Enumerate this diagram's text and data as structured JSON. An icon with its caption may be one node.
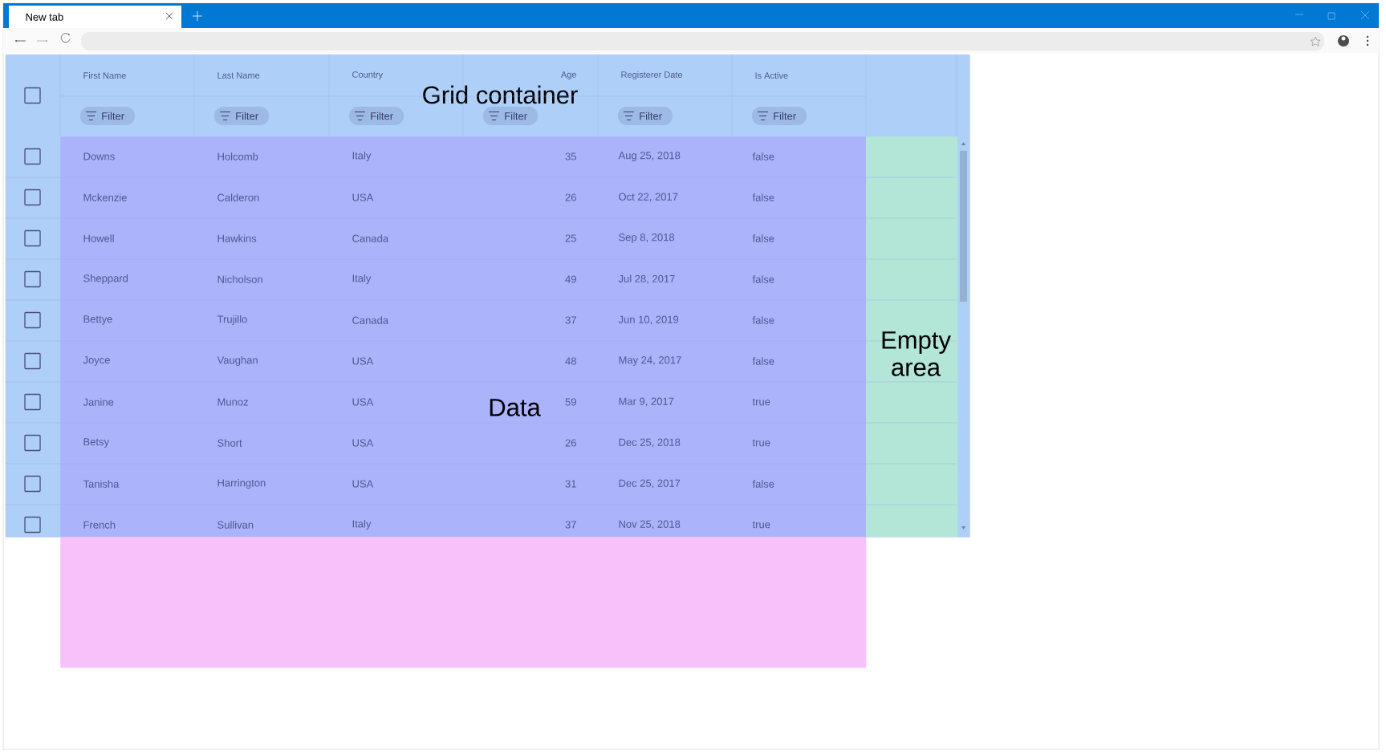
{
  "diagram": {
    "nodes": [
      {
        "text": [
          "Grid container"
        ]
      },
      {
        "text": [
          "Data"
        ],
        "in": 0
      },
      {
        "text": [
          "Empty area"
        ],
        "in": 0
      },
      {
        "text": [],
        "shape": "box"
      }
    ],
    "labels": [
      "New tab",
      "First Name",
      "Last Name",
      "Country",
      "Age",
      "Registerer Date",
      "Is Active",
      "Filter",
      "Filter",
      "Filter",
      "Filter",
      "Filter",
      "Filter",
      "Downs",
      "Holcomb",
      "Italy",
      "35",
      "Aug 25, 2018",
      "false",
      "Mckenzie",
      "Calderon",
      "USA",
      "26",
      "Oct 22, 2017",
      "false",
      "Howell",
      "Hawkins",
      "Canada",
      "25",
      "Sep 8, 2018",
      "false",
      "Sheppard",
      "Nicholson",
      "Italy",
      "49",
      "Jul 28, 2017",
      "false",
      "Bettye",
      "Trujillo",
      "Canada",
      "37",
      "Jun 10, 2019",
      "false",
      "Joyce",
      "Vaughan",
      "USA",
      "48",
      "May 24, 2017",
      "false",
      "Janine",
      "Munoz",
      "USA",
      "59",
      "Mar 9, 2017",
      "true",
      "Betsy",
      "Short",
      "USA",
      "26",
      "Dec 25, 2018",
      "true",
      "Tanisha",
      "Harrington",
      "USA",
      "31",
      "Dec 25, 2017",
      "false",
      "French",
      "Sullivan",
      "Italy",
      "37",
      "Nov 25, 2018",
      "true"
    ]
  }
}
